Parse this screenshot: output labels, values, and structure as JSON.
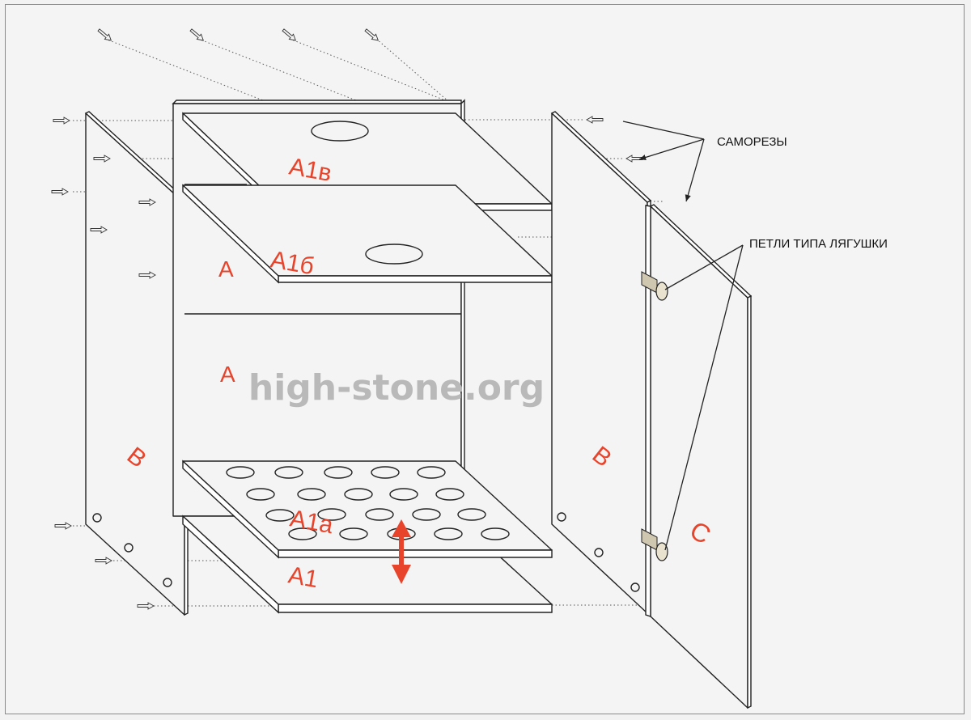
{
  "labels": {
    "top_shelf": "A1в",
    "upper_shelf": "A1б",
    "back_panel_upper": "A",
    "back_panel": "A",
    "left_side": "B",
    "right_side": "B",
    "pocket_shelf": "A1а",
    "bottom": "A1",
    "door": "C"
  },
  "callouts": {
    "screws": "САМОРЕЗЫ",
    "hinges": "ПЕТЛИ ТИПА ЛЯГУШКИ"
  },
  "watermark": "high-stone.org",
  "colors": {
    "label": "#e8442c",
    "arrow": "#e8442c",
    "line": "#222222",
    "watermark": "#b9b9b9"
  },
  "icons": {
    "adjust_arrow": "double-arrow-vertical-icon",
    "screw": "screw-arrow-icon",
    "hinge": "frog-hinge-icon"
  }
}
